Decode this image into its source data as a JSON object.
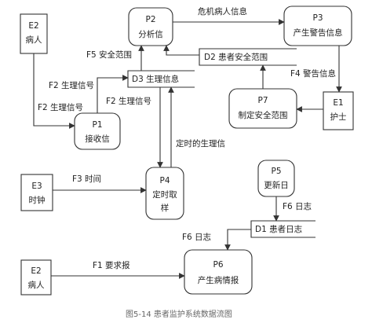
{
  "entities": {
    "e2_top": {
      "id": "E2",
      "name": "病人"
    },
    "e1": {
      "id": "E1",
      "name": "护士"
    },
    "e3": {
      "id": "E3",
      "name": "时钟"
    },
    "e2_bottom": {
      "id": "E2",
      "name": "病人"
    }
  },
  "processes": {
    "p1": {
      "id": "P1",
      "name": "接收信"
    },
    "p2": {
      "id": "P2",
      "name": "分析信"
    },
    "p3": {
      "id": "P3",
      "name": "产生警告信息"
    },
    "p4": {
      "id": "P4",
      "name_line1": "定时取",
      "name_line2": "样"
    },
    "p5": {
      "id": "P5",
      "name": "更新日"
    },
    "p6": {
      "id": "P6",
      "name": "产生病情报"
    },
    "p7": {
      "id": "P7",
      "name": "制定安全范围"
    }
  },
  "stores": {
    "d1": {
      "label": "D1  患者日志"
    },
    "d2": {
      "label": "D2  患者安全范围"
    },
    "d3": {
      "label": "D3  生理信息"
    }
  },
  "flows": {
    "critical_info": "危机病人信息",
    "f5": "F5 安全范围",
    "f4": "F4 警告信息",
    "f2_a": "F2 生理信号",
    "f2_b": "F2 生理信号",
    "f2_c": "F2 生理信号",
    "timed_info": "定时的生理信",
    "f3": "F3 时间",
    "f6_a": "F6 日志",
    "f6_b": "F6 日志",
    "f1": "F1  要求报"
  },
  "caption": "图5-14    患者监护系统数据流图"
}
